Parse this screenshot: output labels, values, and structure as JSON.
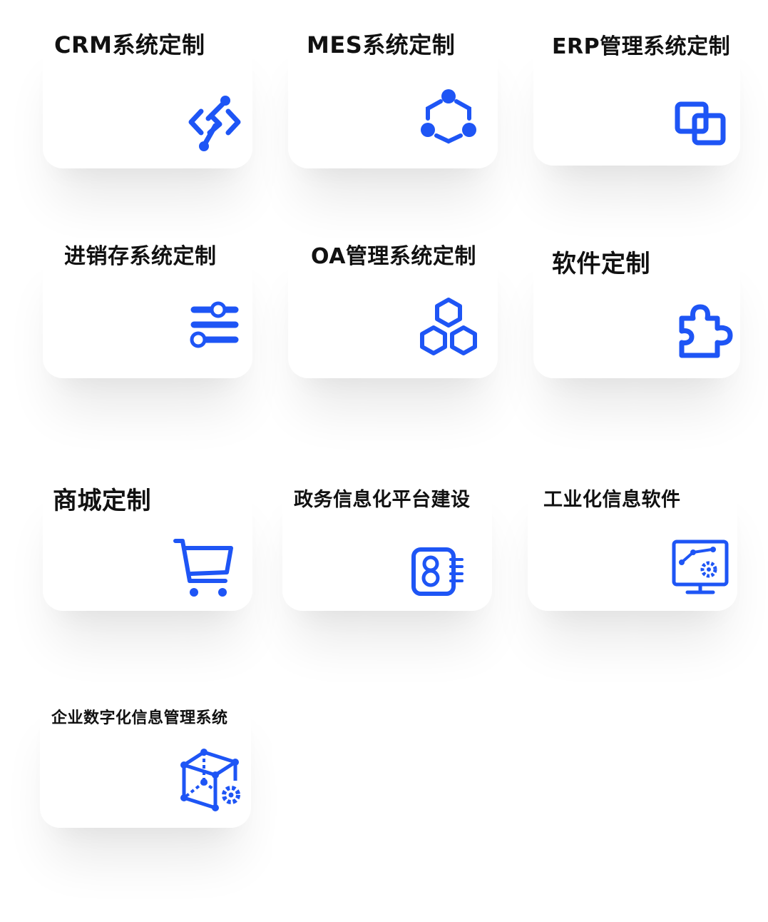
{
  "accent_color": "#1e55f5",
  "cards": [
    {
      "title": "CRM系统定制",
      "icon": "code-link-icon"
    },
    {
      "title": "MES系统定制",
      "icon": "hub-nodes-icon"
    },
    {
      "title": "ERP管理系统定制",
      "icon": "overlap-squares-icon"
    },
    {
      "title": "进销存系统定制",
      "icon": "sliders-icon"
    },
    {
      "title": "OA管理系统定制",
      "icon": "hexagons-icon"
    },
    {
      "title": "软件定制",
      "icon": "puzzle-icon"
    },
    {
      "title": "商城定制",
      "icon": "cart-icon"
    },
    {
      "title": "政务信息化平台建设",
      "icon": "record-book-icon"
    },
    {
      "title": "工业化信息软件",
      "icon": "monitor-gear-icon"
    },
    {
      "title": "企业数字化信息管理系统",
      "icon": "cube-gear-icon"
    }
  ]
}
